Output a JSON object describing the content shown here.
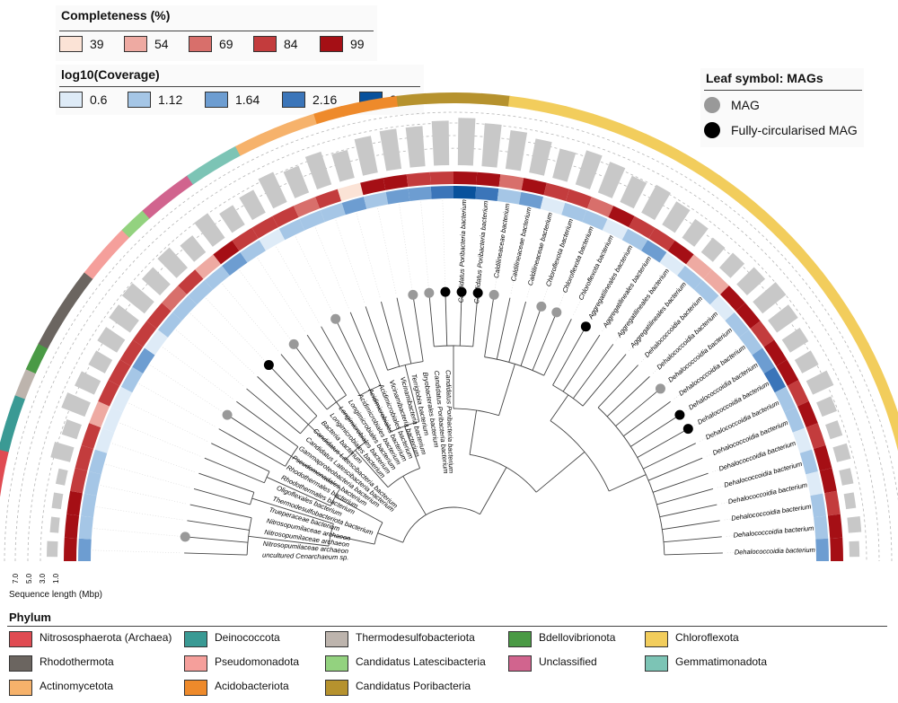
{
  "completeness_legend": {
    "title": "Completeness (%)",
    "items": [
      {
        "label": "39",
        "color": "#fbe3d6"
      },
      {
        "label": "54",
        "color": "#eeaaa2"
      },
      {
        "label": "69",
        "color": "#d86f6b"
      },
      {
        "label": "84",
        "color": "#c33c3d"
      },
      {
        "label": "99",
        "color": "#a50f15"
      }
    ]
  },
  "coverage_legend": {
    "title": "log10(Coverage)",
    "items": [
      {
        "label": "0.6",
        "color": "#deebf7"
      },
      {
        "label": "1.12",
        "color": "#a5c6e6"
      },
      {
        "label": "1.64",
        "color": "#6d9dd1"
      },
      {
        "label": "2.16",
        "color": "#3b75b9"
      },
      {
        "label": "2.68",
        "color": "#08519c"
      }
    ]
  },
  "leaf_legend": {
    "title": "Leaf symbol: MAGs",
    "items": [
      {
        "label": "MAG",
        "color": "#999999"
      },
      {
        "label": "Fully-circularised MAG",
        "color": "#000000"
      }
    ]
  },
  "sequence_axis": {
    "label": "Sequence length (Mbp)",
    "ticks": [
      "7.0",
      "5.0",
      "3.0",
      "1.0"
    ]
  },
  "phylum_legend": {
    "title": "Phylum",
    "items": [
      {
        "label": "Nitrososphaerota (Archaea)",
        "color": "#e04b52"
      },
      {
        "label": "Deinococcota",
        "color": "#3a9a94"
      },
      {
        "label": "Thermodesulfobacteriota",
        "color": "#bdb4ad"
      },
      {
        "label": "Bdellovibrionota",
        "color": "#4a9a45"
      },
      {
        "label": "Chloroflexota",
        "color": "#f2cd5c"
      },
      {
        "label": "Rhodothermota",
        "color": "#6b6560"
      },
      {
        "label": "Pseudomonadota",
        "color": "#f59f9b"
      },
      {
        "label": "Candidatus Latescibacteria",
        "color": "#93d27f"
      },
      {
        "label": "Unclassified",
        "color": "#d1648e"
      },
      {
        "label": "Gemmatimonadota",
        "color": "#7cc4b5"
      },
      {
        "label": "Actinomycetota",
        "color": "#f6b26b"
      },
      {
        "label": "Acidobacteriota",
        "color": "#ee8a2b"
      },
      {
        "label": "Candidatus Poribacteria",
        "color": "#b6922e"
      }
    ]
  },
  "leaves": [
    {
      "label": "uncultured Cenarchaeum sp.",
      "phylum": 0,
      "completeness": 99,
      "coverage": 1.64,
      "length": 1.5,
      "mag": "none"
    },
    {
      "label": "Nitrosopumilaceae archaeon",
      "phylum": 0,
      "completeness": 99,
      "coverage": 1.12,
      "length": 1.2,
      "mag": "mag"
    },
    {
      "label": "Nitrosopumilaceae archaeon",
      "phylum": 0,
      "completeness": 99,
      "coverage": 1.12,
      "length": 1.3,
      "mag": "none"
    },
    {
      "label": "Nitrosopumilaceae archaeon",
      "phylum": 0,
      "completeness": 84,
      "coverage": 1.12,
      "length": 1.3,
      "mag": "none"
    },
    {
      "label": "Trueperaceae bacterium",
      "phylum": 1,
      "completeness": 84,
      "coverage": 1.12,
      "length": 2.8,
      "mag": "none"
    },
    {
      "label": "Thermodesulfobacteriota bacterium",
      "phylum": 1,
      "completeness": 84,
      "coverage": 0.6,
      "length": 2.2,
      "mag": "none"
    },
    {
      "label": "Oligoflexales bacterium",
      "phylum": 2,
      "completeness": 54,
      "coverage": 0.6,
      "length": 3.5,
      "mag": "none"
    },
    {
      "label": "Rhodothermales bacterium",
      "phylum": 3,
      "completeness": 84,
      "coverage": 0.6,
      "length": 3.0,
      "mag": "none"
    },
    {
      "label": "Rhodothermales bacterium",
      "phylum": 5,
      "completeness": 84,
      "coverage": 1.12,
      "length": 2.6,
      "mag": "none"
    },
    {
      "label": "Pseudomonadales bacterium",
      "phylum": 5,
      "completeness": 84,
      "coverage": 1.64,
      "length": 3.2,
      "mag": "mag"
    },
    {
      "label": "Gammaproteobacteria bacterium",
      "phylum": 5,
      "completeness": 84,
      "coverage": 0.6,
      "length": 3.6,
      "mag": "none"
    },
    {
      "label": "Candidatus Latescibacteria bacterium",
      "phylum": 6,
      "completeness": 84,
      "coverage": 1.12,
      "length": 4.0,
      "mag": "none"
    },
    {
      "label": "Candidatus Latescibacteria bacterium",
      "phylum": 6,
      "completeness": 69,
      "coverage": 1.12,
      "length": 3.4,
      "mag": "none"
    },
    {
      "label": "Bacteria bacterium",
      "phylum": 7,
      "completeness": 84,
      "coverage": 1.12,
      "length": 3.8,
      "mag": "circular"
    },
    {
      "label": "Longimicrobiales bacterium",
      "phylum": 8,
      "completeness": 54,
      "coverage": 1.12,
      "length": 3.0,
      "mag": "none"
    },
    {
      "label": "Longimicrobiales bacterium",
      "phylum": 8,
      "completeness": 99,
      "coverage": 1.64,
      "length": 4.2,
      "mag": "mag"
    },
    {
      "label": "Longimicrobiales bacterium",
      "phylum": 9,
      "completeness": 84,
      "coverage": 1.12,
      "length": 3.2,
      "mag": "none"
    },
    {
      "label": "Acidimicrobiales bacterium",
      "phylum": 9,
      "completeness": 84,
      "coverage": 0.6,
      "length": 3.6,
      "mag": "none"
    },
    {
      "label": "Acidimicrobiales bacterium",
      "phylum": 10,
      "completeness": 84,
      "coverage": 1.12,
      "length": 4.6,
      "mag": "mag"
    },
    {
      "label": "Acidimicrobiales bacterium",
      "phylum": 10,
      "completeness": 69,
      "coverage": 1.12,
      "length": 4.0,
      "mag": "none"
    },
    {
      "label": "Vicinamibacteria bacterium",
      "phylum": 10,
      "completeness": 84,
      "coverage": 1.12,
      "length": 4.8,
      "mag": "none"
    },
    {
      "label": "Vicinamibacteria bacterium",
      "phylum": 11,
      "completeness": 39,
      "coverage": 1.64,
      "length": 4.0,
      "mag": "none"
    },
    {
      "label": "Terriglobia bacterium",
      "phylum": 11,
      "completeness": 99,
      "coverage": 1.12,
      "length": 5.2,
      "mag": "none"
    },
    {
      "label": "Bryobacterales bacterium",
      "phylum": 11,
      "completeness": 99,
      "coverage": 1.64,
      "length": 5.6,
      "mag": "mag"
    },
    {
      "label": "Candidatus Poribacteria bacterium",
      "phylum": 12,
      "completeness": 84,
      "coverage": 1.64,
      "length": 5.6,
      "mag": "mag"
    },
    {
      "label": "Candidatus Poribacteria bacterium",
      "phylum": 12,
      "completeness": 84,
      "coverage": 2.16,
      "length": 6.2,
      "mag": "circular"
    },
    {
      "label": "Candidatus Poribacteria bacterium",
      "phylum": 12,
      "completeness": 99,
      "coverage": 2.68,
      "length": 6.6,
      "mag": "circular"
    },
    {
      "label": "Candidatus Poribacteria bacterium",
      "phylum": 12,
      "completeness": 99,
      "coverage": 2.16,
      "length": 6.0,
      "mag": "circular"
    },
    {
      "label": "Caldilineaceae bacterium",
      "phylum": 4,
      "completeness": 69,
      "coverage": 1.12,
      "length": 5.4,
      "mag": "mag"
    },
    {
      "label": "Caldilineaceae bacterium",
      "phylum": 4,
      "completeness": 99,
      "coverage": 1.64,
      "length": 4.8,
      "mag": "none"
    },
    {
      "label": "Caldilineaceae bacterium",
      "phylum": 4,
      "completeness": 84,
      "coverage": 0.6,
      "length": 4.2,
      "mag": "none"
    },
    {
      "label": "Chloroflexota bacterium",
      "phylum": 4,
      "completeness": 84,
      "coverage": 1.12,
      "length": 5.0,
      "mag": "mag"
    },
    {
      "label": "Chloroflexota bacterium",
      "phylum": 4,
      "completeness": 69,
      "coverage": 1.12,
      "length": 4.6,
      "mag": "mag"
    },
    {
      "label": "Chloroflexota bacterium",
      "phylum": 4,
      "completeness": 99,
      "coverage": 0.6,
      "length": 4.0,
      "mag": "none"
    },
    {
      "label": "Aggregatilineales bacterium",
      "phylum": 4,
      "completeness": 84,
      "coverage": 1.12,
      "length": 4.4,
      "mag": "circular"
    },
    {
      "label": "Aggregatilineales bacterium",
      "phylum": 4,
      "completeness": 84,
      "coverage": 1.64,
      "length": 3.8,
      "mag": "none"
    },
    {
      "label": "Aggregatilineales bacterium",
      "phylum": 4,
      "completeness": 99,
      "coverage": 0.6,
      "length": 3.2,
      "mag": "none"
    },
    {
      "label": "Aggregatilineales bacterium",
      "phylum": 4,
      "completeness": 54,
      "coverage": 1.12,
      "length": 2.6,
      "mag": "none"
    },
    {
      "label": "Dehalococcoidia bacterium",
      "phylum": 4,
      "completeness": 54,
      "coverage": 1.12,
      "length": 2.8,
      "mag": "none"
    },
    {
      "label": "Dehalococcoidia bacterium",
      "phylum": 4,
      "completeness": 99,
      "coverage": 0.6,
      "length": 3.4,
      "mag": "none"
    },
    {
      "label": "Dehalococcoidia bacterium",
      "phylum": 4,
      "completeness": 99,
      "coverage": 1.12,
      "length": 4.2,
      "mag": "mag"
    },
    {
      "label": "Dehalococcoidia bacterium",
      "phylum": 4,
      "completeness": 84,
      "coverage": 1.12,
      "length": 3.6,
      "mag": "none"
    },
    {
      "label": "Dehalococcoidia bacterium",
      "phylum": 4,
      "completeness": 99,
      "coverage": 1.64,
      "length": 3.0,
      "mag": "circular"
    },
    {
      "label": "Dehalococcoidia bacterium",
      "phylum": 4,
      "completeness": 99,
      "coverage": 2.16,
      "length": 2.6,
      "mag": "circular"
    },
    {
      "label": "Dehalococcoidia bacterium",
      "phylum": 4,
      "completeness": 84,
      "coverage": 1.12,
      "length": 3.2,
      "mag": "none"
    },
    {
      "label": "Dehalococcoidia bacterium",
      "phylum": 4,
      "completeness": 99,
      "coverage": 1.12,
      "length": 2.2,
      "mag": "none"
    },
    {
      "label": "Dehalococcoidia bacterium",
      "phylum": 4,
      "completeness": 84,
      "coverage": 0.6,
      "length": 1.8,
      "mag": "none"
    },
    {
      "label": "Dehalococcoidia bacterium",
      "phylum": 4,
      "completeness": 99,
      "coverage": 1.12,
      "length": 2.0,
      "mag": "none"
    },
    {
      "label": "Dehalococcoidia bacterium",
      "phylum": 4,
      "completeness": 99,
      "coverage": 0.6,
      "length": 1.6,
      "mag": "none"
    },
    {
      "label": "Dehalococcoidia bacterium",
      "phylum": 4,
      "completeness": 84,
      "coverage": 1.12,
      "length": 1.4,
      "mag": "none"
    },
    {
      "label": "Dehalococcoidia bacterium",
      "phylum": 4,
      "completeness": 99,
      "coverage": 1.12,
      "length": 1.8,
      "mag": "none"
    },
    {
      "label": "Dehalococcoidia bacterium",
      "phylum": 4,
      "completeness": 99,
      "coverage": 1.64,
      "length": 1.4,
      "mag": "none"
    }
  ]
}
